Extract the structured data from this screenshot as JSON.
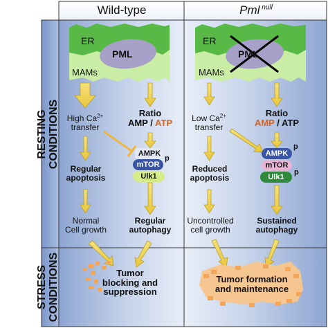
{
  "colors": {
    "panel_blue": "#9fb4d8",
    "panel_light": "#dde6f3",
    "er_green": "#58b947",
    "mam_light_green": "#c9eda5",
    "pml_purple": "#a7a1c9",
    "arrow_yellow": "#f4d84c",
    "arrow_outline": "#b8a12a",
    "inhibition_orange": "#f5b22a",
    "ampk_blue": "#3a55a5",
    "mtor_pink": "#e8b4d6",
    "ulk1_green": "#2f8a3c",
    "tumor_orange": "#f2a65a",
    "cross_black": "#000000",
    "atp_orange": "#d9631e"
  },
  "columns": {
    "left_header": "Wild-type",
    "right_header_main": "Pml",
    "right_header_sup": "null"
  },
  "rows": {
    "resting": [
      "RESTING",
      "CONDITIONS"
    ],
    "stress": [
      "STRESS",
      "CONDITIONS"
    ]
  },
  "wild_type": {
    "er": "ER",
    "pml": "PML",
    "mams": "MAMs",
    "ca_line1": "High Ca",
    "ca_sup": "2+",
    "ca_line2": "transfer",
    "ratio": "Ratio",
    "amp": "AMP",
    "slash": " / ",
    "atp": "ATP",
    "ampk": "AMPK",
    "mtor": "mTOR",
    "mtor_p": "p",
    "ulk1": "Ulk1",
    "apoptosis_l1": "Regular",
    "apoptosis_l2": "apoptosis",
    "growth_l1": "Normal",
    "growth_l2": "Cell growth",
    "autophagy_l1": "Regular",
    "autophagy_l2": "autophagy",
    "tumor_l1": "Tumor",
    "tumor_l2": "blocking and",
    "tumor_l3": "suppression"
  },
  "pml_null": {
    "er": "ER",
    "pml": "PML",
    "mams": "MAMs",
    "ca_line1": "Low Ca",
    "ca_sup": "2+",
    "ca_line2": "transfer",
    "ratio": "Ratio",
    "amp": "AMP",
    "slash": " / ",
    "atp": "ATP",
    "ampk": "AMPK",
    "ampk_p": "p",
    "mtor": "mTOR",
    "ulk1": "Ulk1",
    "ulk1_p": "p",
    "apoptosis_l1": "Reduced",
    "apoptosis_l2": "apoptosis",
    "growth_l1": "Uncontrolled",
    "growth_l2": "cell growth",
    "autophagy_l1": "Sustained",
    "autophagy_l2": "autophagy",
    "tumor_l1": "Tumor formation",
    "tumor_l2": "and maintenance"
  }
}
